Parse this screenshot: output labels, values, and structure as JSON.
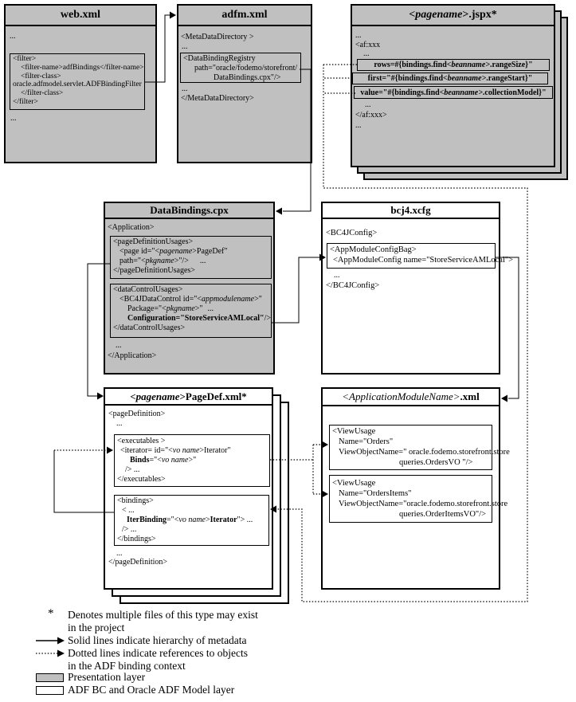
{
  "colors": {
    "presentation_layer_fill": "#c0c0c0",
    "adf_bc_layer_fill": "#ffffff",
    "line": "#000000"
  },
  "dots": "...",
  "boxes": {
    "web_xml": {
      "title": "web.xml",
      "f1": "<filter>",
      "f2": "<filter-name>adfBindings</filter-name>",
      "f3": "<filter-class>",
      "f4": "oracle.adfmodel.servlet.ADFBindingFilter",
      "f5": "</filter-class>",
      "f6": "</filter>"
    },
    "adfm_xml": {
      "title": "adfm.xml",
      "open": "<MetaDataDirectory >",
      "r1": "<DataBindingRegistry",
      "r2": "path=\"oracle/fodemo/storefront/",
      "r3": "DataBindings.cpx\"/>",
      "close": "</MetaDataDirectory>"
    },
    "jspx": {
      "title_pre": "<",
      "title_name": "pagename",
      "title_post": ">.jspx*",
      "af_open": "<af:xxx",
      "rows_pre": "rows=#{bindings.find",
      "rows_bean": "<beanname>",
      "rows_post": ".rangeSize}\"",
      "first_pre": "first=\"#{bindings.find",
      "first_bean": "<beanname>",
      "first_post": ".rangeStart}\"",
      "value_pre": "value=\"#{bindings.find",
      "value_bean": "<beanname>",
      "value_post": ".collectionModel}\"",
      "af_close": "</af:xxx>"
    },
    "databindings": {
      "title": "DataBindings.cpx",
      "app_open": "<Application>",
      "p1": "<pageDefinitionUsages>",
      "p2_pre": "<page id=\"<",
      "p2_name": "pagename",
      "p2_post": ">PageDef\"",
      "p3_pre": "path=\"<",
      "p3_name": "pkgname",
      "p3_post": ">\"/>",
      "p4": "</pageDefinitionUsages>",
      "d1": "<dataControlUsages>",
      "d2_pre": "<BC4JDataControl id=\"<",
      "d2_name": "appmodulename",
      "d2_post": ">\"",
      "d3_pre": "Package=\"<",
      "d3_name": "pkgname",
      "d3_post": ">\"",
      "d4_bold": "Configuration=\"StoreServiceAMLocal\"",
      "d4_post": "/>",
      "d5": "</dataControlUsages>",
      "app_close": "</Application>"
    },
    "bc4j": {
      "title": "bcj4.xcfg",
      "open": "<BC4JConfig>",
      "b1": "<AppModuleConfigBag>",
      "b2": "<AppModuleConfig name=\"StoreServiceAMLocal\">",
      "close": "</BC4JConfig>"
    },
    "pagedef": {
      "title_pre": "<",
      "title_name": "pagename",
      "title_post": ">PageDef.xml*",
      "open": "<pageDefinition>",
      "e1": "<executables >",
      "e2_pre": "<iterator= id=\"<",
      "e2_name": "vo name",
      "e2_post": ">Iterator\"",
      "e3_bold": "Binds",
      "e3_mid": "=\"<",
      "e3_name": "vo name",
      "e3_post": ">\"",
      "e4": "/> ...",
      "e5": "</executables>",
      "b1": "<bindings>",
      "b2": "< ...",
      "b3_bold1": "IterBinding",
      "b3_mid1": "=\"<",
      "b3_name": "vo name",
      "b3_mid2": ">",
      "b3_bold2": "Iterator",
      "b3_post": "\"> ...",
      "b4": "/> ...",
      "b5": "</bindings>",
      "close": "</pageDefinition>"
    },
    "am_xml": {
      "title_name": "<ApplicationModuleName>",
      "title_post": ".xml",
      "v1_1": "<ViewUsage",
      "v1_2": "Name=\"Orders\"",
      "v1_3": "ViewObjectName=\" oracle.fodemo.storefront.store",
      "v1_4": "queries.OrdersVO \"/>",
      "v2_1": "<ViewUsage",
      "v2_2": "Name=\"OrdersItems\"",
      "v2_3": "ViewObjectName=\"oracle.fodemo.storefront.store",
      "v2_4": "queries.OrderItemsVO\"/>"
    }
  },
  "legend": {
    "star": "*",
    "multi_1": "Denotes multiple files of this type may exist",
    "multi_2": "in the project",
    "solid": "Solid lines indicate hierarchy of metadata",
    "dotted_1": "Dotted lines indicate references to objects",
    "dotted_2": "in the ADF binding context",
    "presentation": "Presentation layer",
    "adfbc": "ADF BC and Oracle ADF Model layer"
  }
}
